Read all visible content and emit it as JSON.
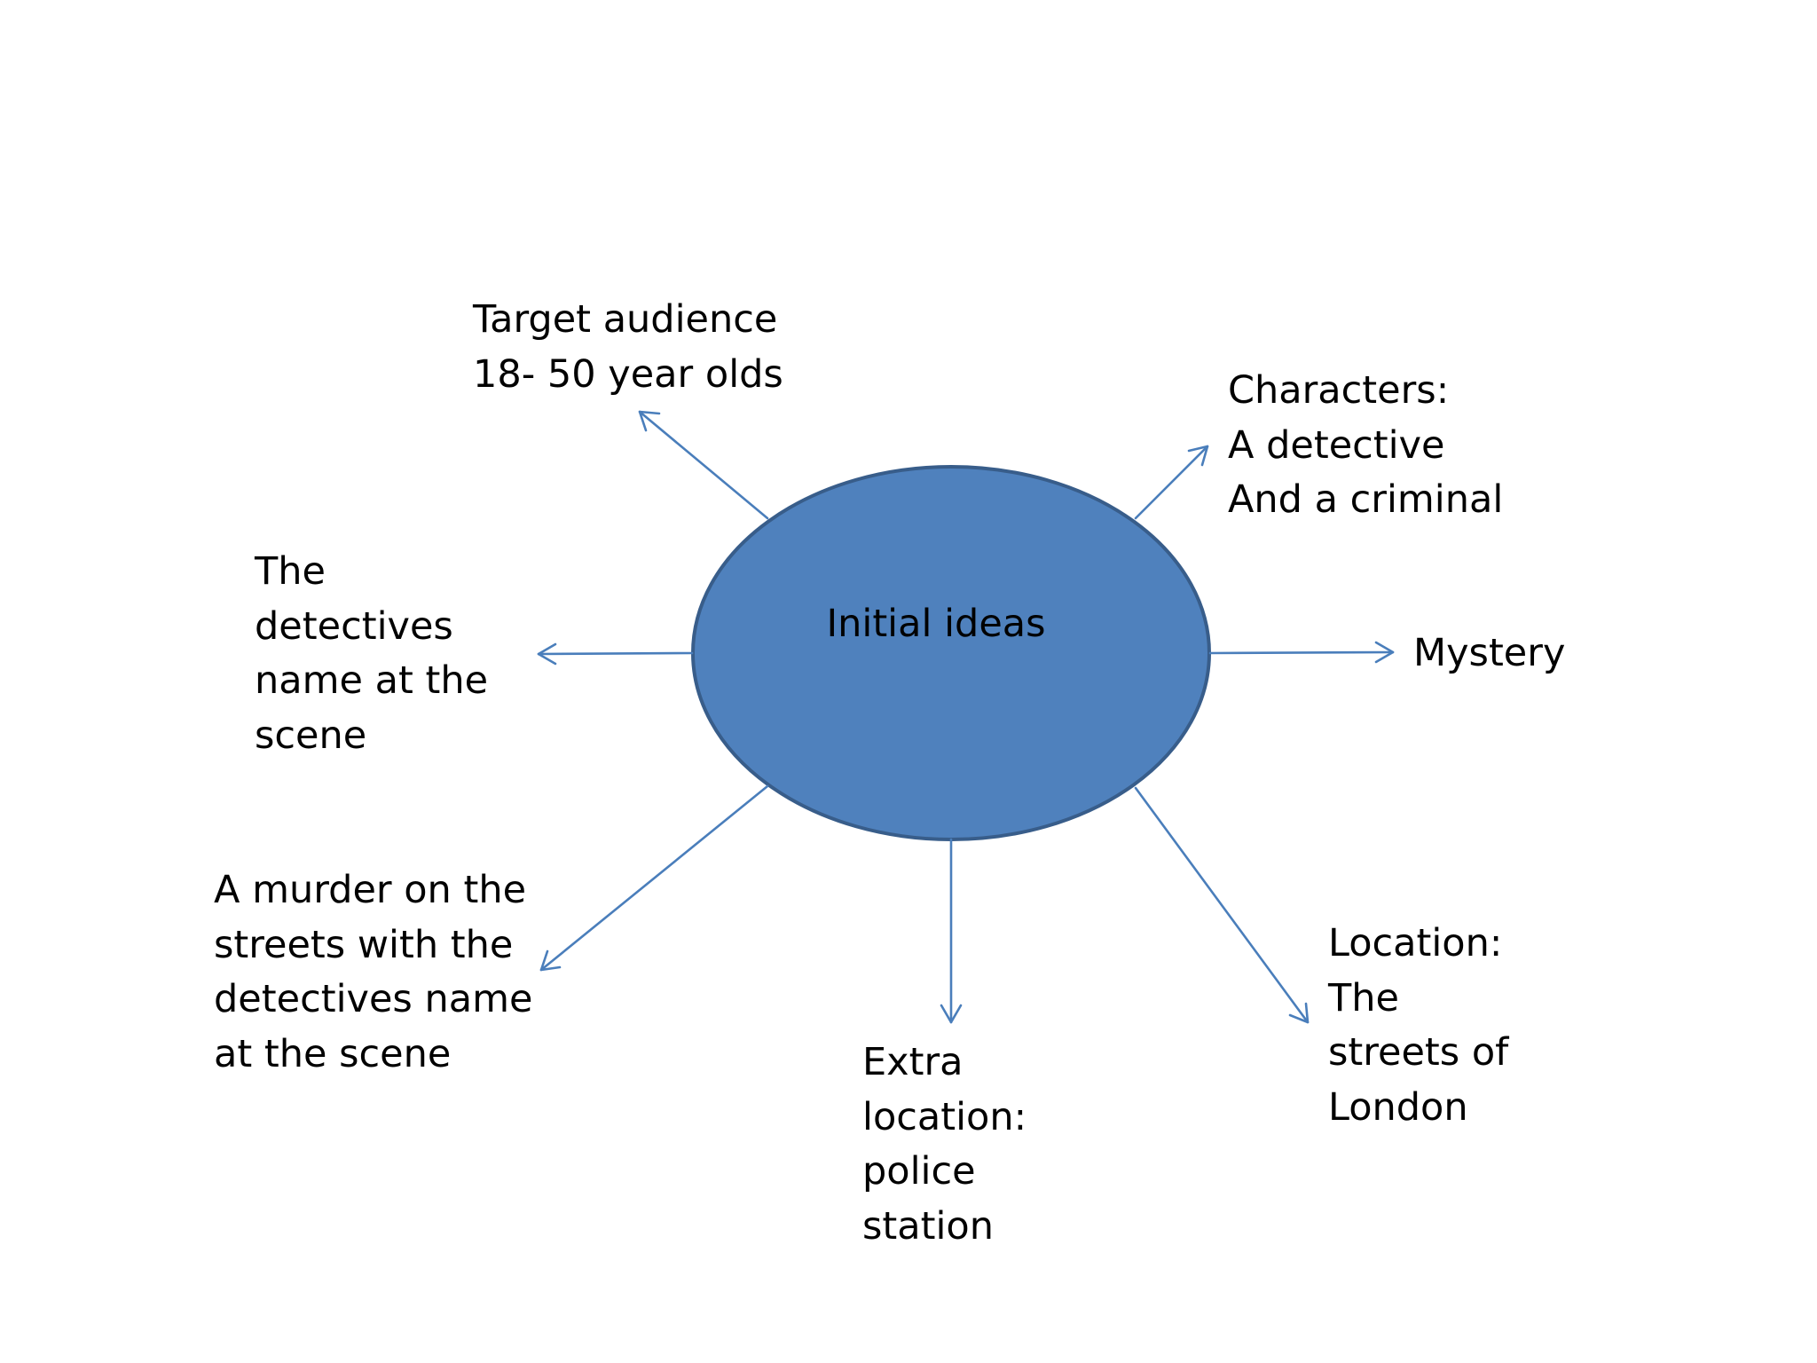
{
  "colors": {
    "ellipse_fill": "#4f81bd",
    "ellipse_stroke": "#385d8a",
    "arrow": "#4a7ebb",
    "text": "#000000",
    "background": "#ffffff"
  },
  "center": {
    "label": "Initial ideas"
  },
  "branches": {
    "target_audience": {
      "lines": [
        "Target audience",
        "18- 50 year olds"
      ]
    },
    "characters": {
      "lines": [
        "Characters:",
        "A detective",
        "And a criminal"
      ]
    },
    "mystery": {
      "lines": [
        "Mystery"
      ]
    },
    "location": {
      "lines": [
        "Location:",
        "The",
        "streets of",
        "London"
      ]
    },
    "extra_location": {
      "lines": [
        "Extra",
        "location:",
        "police",
        "station"
      ]
    },
    "murder": {
      "lines": [
        "A murder on the",
        "streets with the",
        "detectives name",
        "at the scene"
      ]
    },
    "detectives_name": {
      "lines": [
        "The",
        "detectives",
        "name at the",
        "scene"
      ]
    }
  }
}
